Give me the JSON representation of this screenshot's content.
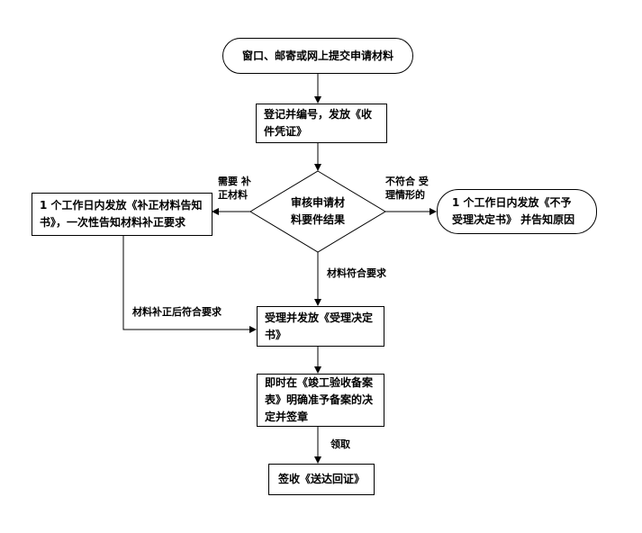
{
  "flow": {
    "start": "窗口、邮寄或网上提交申请材料",
    "register": "登记并编号，发放《收件凭证》",
    "review": "审核申请材\n料要件结果",
    "supplement": "1 个工作日内发放《补正材料告知书》，一次性告知材料补正要求",
    "reject": "1 个工作日内发放《不予受理决定书》 并告知原因",
    "accept": "受理并发放《受理决定书》",
    "record": "即时在《竣工验收备案表》明确准予备案的决定并签章",
    "sign": "签收《送达回证》"
  },
  "edges": {
    "need_supplement": "需要 补\n正材料",
    "not_meet": "不符合 受\n理情形的",
    "meets": "材料符合要求",
    "after_supplement": "材料补正后符合要求",
    "collect": "领取"
  }
}
